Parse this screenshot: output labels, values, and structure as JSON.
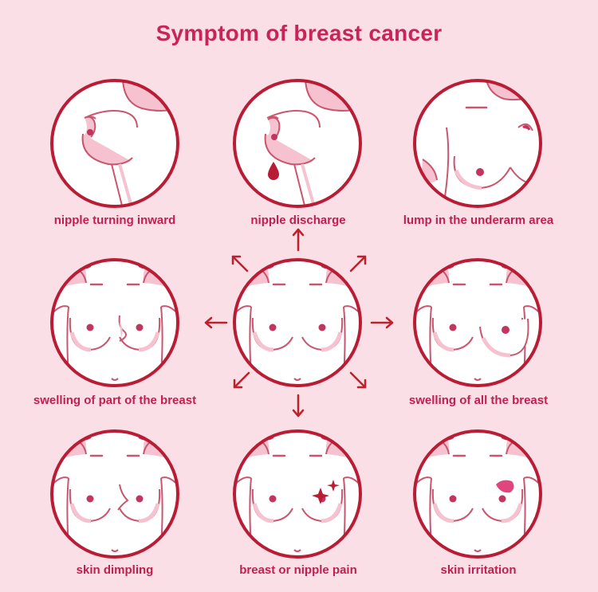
{
  "title": "Symptom of breast cancer",
  "colors": {
    "background": "#fbdfe6",
    "ring": "#b91d35",
    "skin": "#ffffff",
    "outline": "#c9566f",
    "shade": "#f6c2d0",
    "nipple": "#c2355f",
    "accent": "#e0457d",
    "arrow": "#c0202c"
  },
  "symptoms": [
    {
      "id": "nipple-turning-inward",
      "label": "nipple turning inward"
    },
    {
      "id": "nipple-discharge",
      "label": "nipple discharge"
    },
    {
      "id": "lump-in-the-underarm-area",
      "label": "lump in the underarm area"
    },
    {
      "id": "swelling-of-part-of-the-breast",
      "label": "swelling of part of the breast"
    },
    {
      "id": "swelling-of-all-the-breast",
      "label": "swelling of all the breast"
    },
    {
      "id": "skin-dimpling",
      "label": "skin dimpling"
    },
    {
      "id": "breast-or-nipple-pain",
      "label": "breast or nipple pain"
    },
    {
      "id": "skin-irritation",
      "label": "skin irritation"
    }
  ]
}
